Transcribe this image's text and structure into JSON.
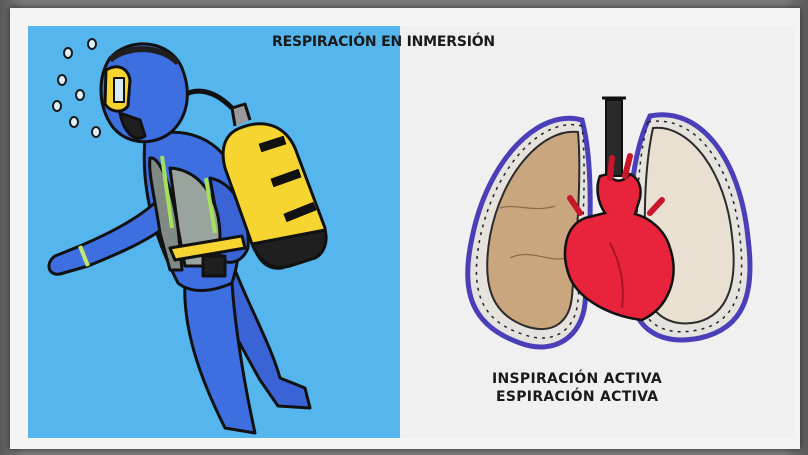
{
  "image": {
    "title": "RESPIRACIÓN EN INMERSIÓN",
    "captions": [
      "INSPIRACIÓN ACTIVA",
      "ESPIRACIÓN ACTIVA"
    ]
  },
  "colors": {
    "water": "#55b6ee",
    "wetsuit": "#3d6fe0",
    "tank": "#f7d531",
    "heart": "#e8233c",
    "lung": "#c9a67e",
    "pleura": "#4a3fb8"
  },
  "icons": [
    "diver-illustration",
    "lungs-heart-illustration"
  ]
}
